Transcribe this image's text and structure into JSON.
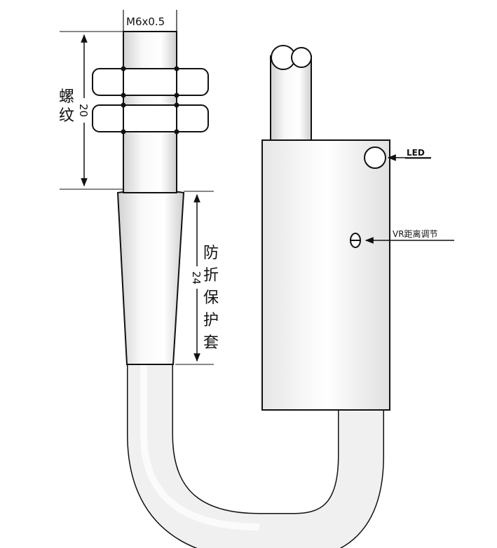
{
  "thread_spec": "M6x0.5",
  "thread_length": "20",
  "thread_label": [
    "螺",
    "纹"
  ],
  "sleeve_length": "24",
  "sleeve_label": [
    "防",
    "折",
    "保",
    "护",
    "套"
  ],
  "led_label": "LED",
  "vr_label": "VR距离调节",
  "colors": {
    "body_fill": "#f4f4f4",
    "stroke": "#111111"
  }
}
